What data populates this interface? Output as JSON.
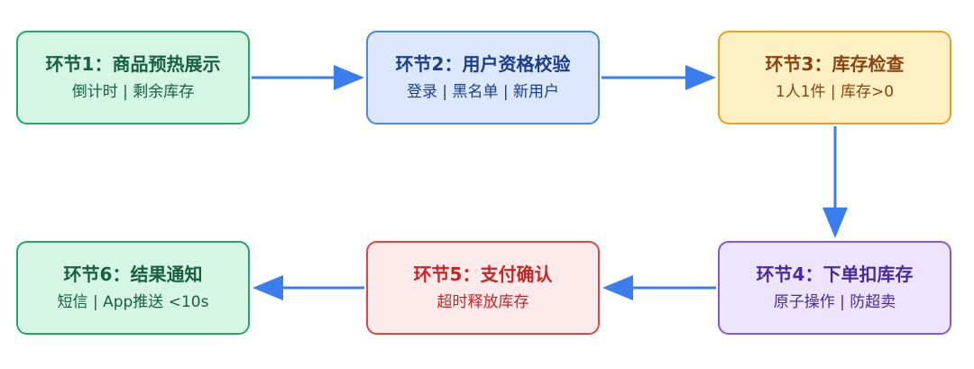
{
  "colors": {
    "arrow": "#3b7ded",
    "green_fill": "#d5f6e4",
    "green_border": "#23a86a",
    "blue_fill": "#dbe8fe",
    "blue_border": "#4a87ee",
    "yellow_fill": "#fdf1c4",
    "yellow_border": "#ea9f1d",
    "purple_fill": "#ede5fd",
    "purple_border": "#8556e6",
    "red_fill": "#fdeaea",
    "red_border": "#e04444"
  },
  "nodes": [
    {
      "title": "环节1：商品预热展示",
      "subtitle": "倒计时 | 剩余库存"
    },
    {
      "title": "环节2：用户资格校验",
      "subtitle": "登录 | 黑名单 | 新用户"
    },
    {
      "title": "环节3：库存检查",
      "subtitle": "1人1件 | 库存>0"
    },
    {
      "title": "环节4：下单扣库存",
      "subtitle": "原子操作 | 防超卖"
    },
    {
      "title": "环节5：支付确认",
      "subtitle": "超时释放库存"
    },
    {
      "title": "环节6：结果通知",
      "subtitle": "短信 | App推送 <10s"
    }
  ]
}
